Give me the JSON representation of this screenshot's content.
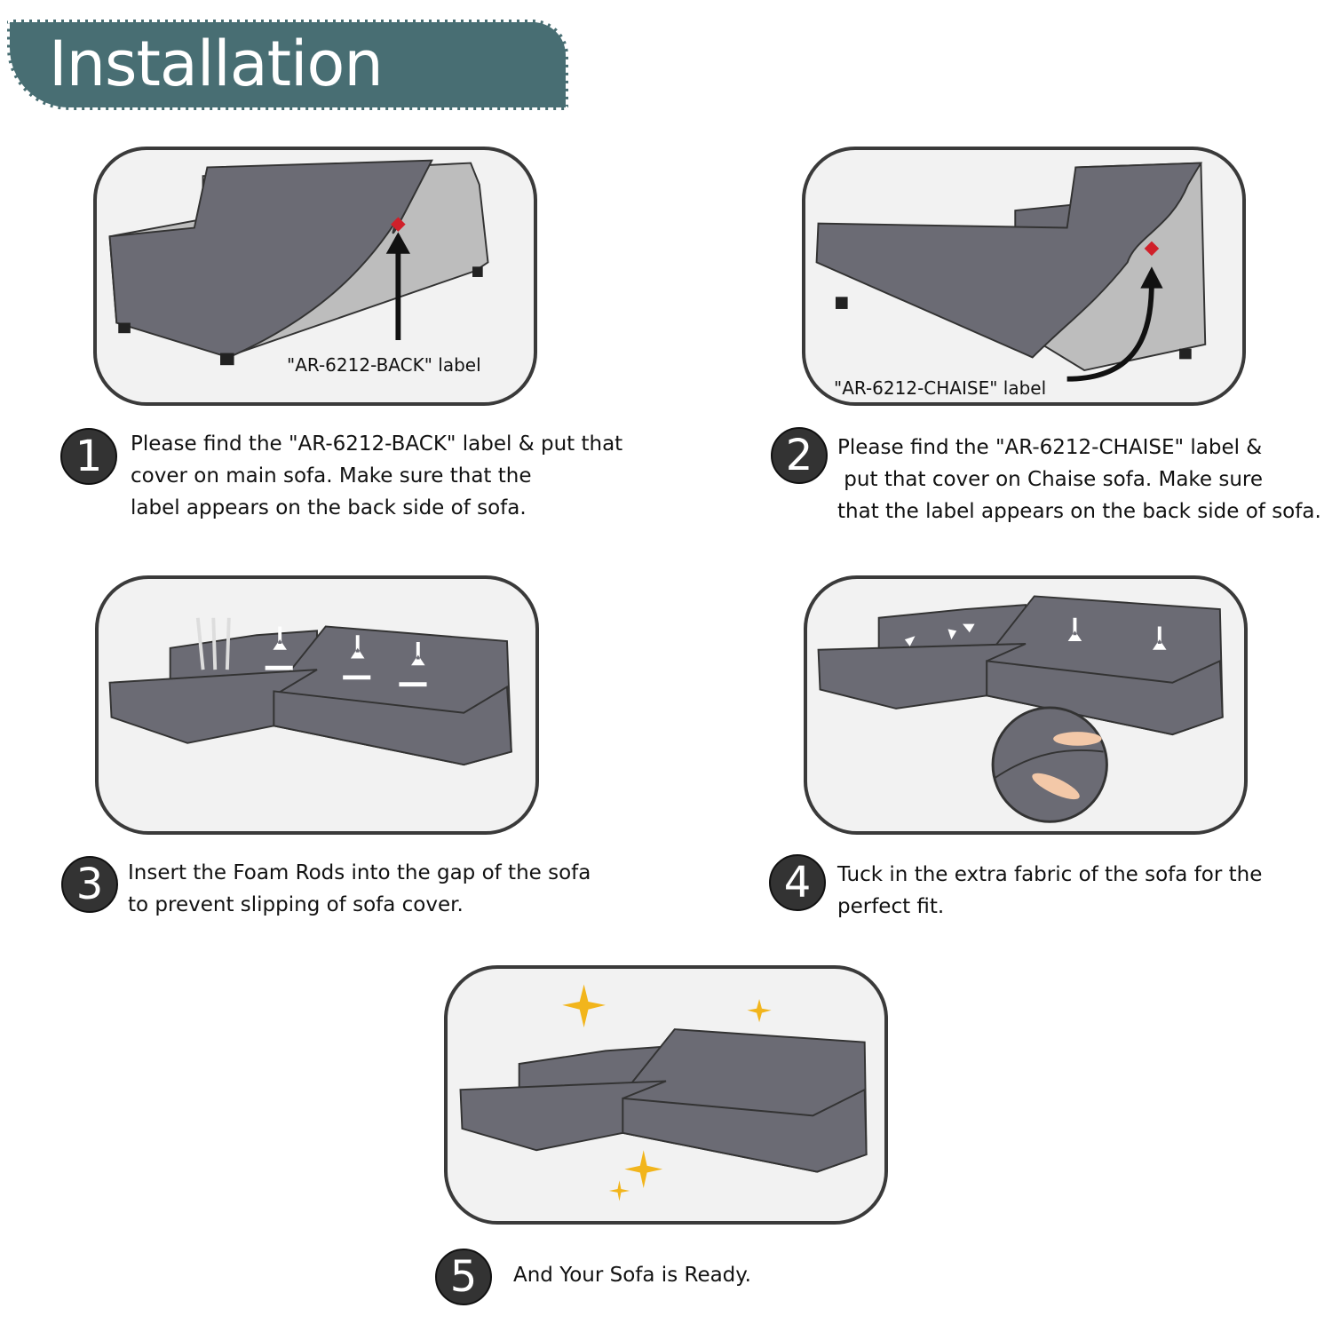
{
  "title": "Installation Steps",
  "colors": {
    "banner": "#486e73",
    "sofa": "#6b6b74",
    "panel_bg": "#f2f2f2",
    "label_marker": "#d0202a",
    "sparkle": "#f2b51c"
  },
  "steps": [
    {
      "number": "1",
      "image_label": "\"AR-6212-BACK\" label",
      "lines": [
        "Please find the \"AR-6212-BACK\" label & put that",
        "cover on main sofa. Make sure that the",
        "label appears on the back side of sofa."
      ]
    },
    {
      "number": "2",
      "image_label": "\"AR-6212-CHAISE\" label",
      "lines": [
        "Please find the \"AR-6212-CHAISE\" label &",
        " put that cover on Chaise sofa. Make sure",
        "that the label appears on the back side of sofa."
      ]
    },
    {
      "number": "3",
      "lines": [
        "Insert the Foam Rods into the gap of the sofa",
        "to prevent slipping of sofa cover."
      ]
    },
    {
      "number": "4",
      "lines": [
        "Tuck in the extra fabric of the sofa for the",
        "perfect fit."
      ]
    },
    {
      "number": "5",
      "lines": [
        "And Your Sofa is Ready."
      ]
    }
  ]
}
